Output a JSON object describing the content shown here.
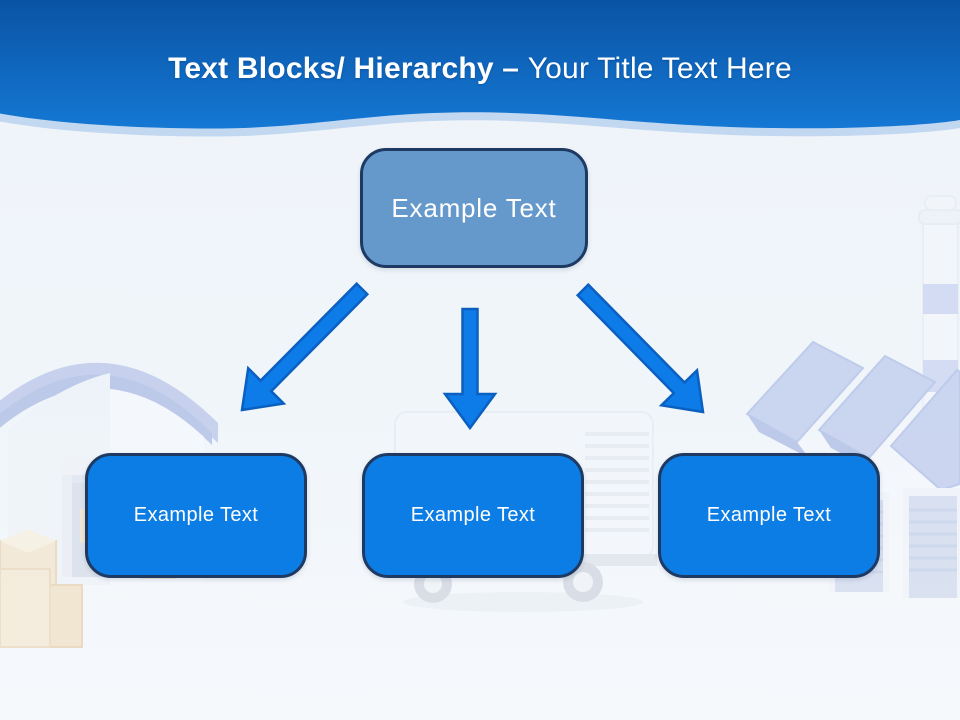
{
  "slide": {
    "title": {
      "bold_text": "Text Blocks/ Hierarchy – ",
      "regular_text": "Your Title Text Here"
    },
    "hierarchy": {
      "root": {
        "label": "Example Text"
      },
      "children": [
        {
          "label": "Example Text"
        },
        {
          "label": "Example Text"
        },
        {
          "label": "Example Text"
        }
      ]
    },
    "background": {
      "illustrations": [
        "warehouse",
        "delivery-truck",
        "factory-with-chimney"
      ]
    },
    "theme": {
      "header_gradient_top": "#0a53a4",
      "header_gradient_bottom": "#1478d4",
      "header_wave_highlight": "#9cc0ea",
      "canvas_bg": "#eff4f9",
      "root_box_fill": "#6699cb",
      "child_box_fill": "#0d7de6",
      "box_border": "#1e3a62",
      "arrow_fill": "#0d7ce8",
      "arrow_stroke": "#0a5fc0",
      "text_color": "#ffffff"
    }
  }
}
